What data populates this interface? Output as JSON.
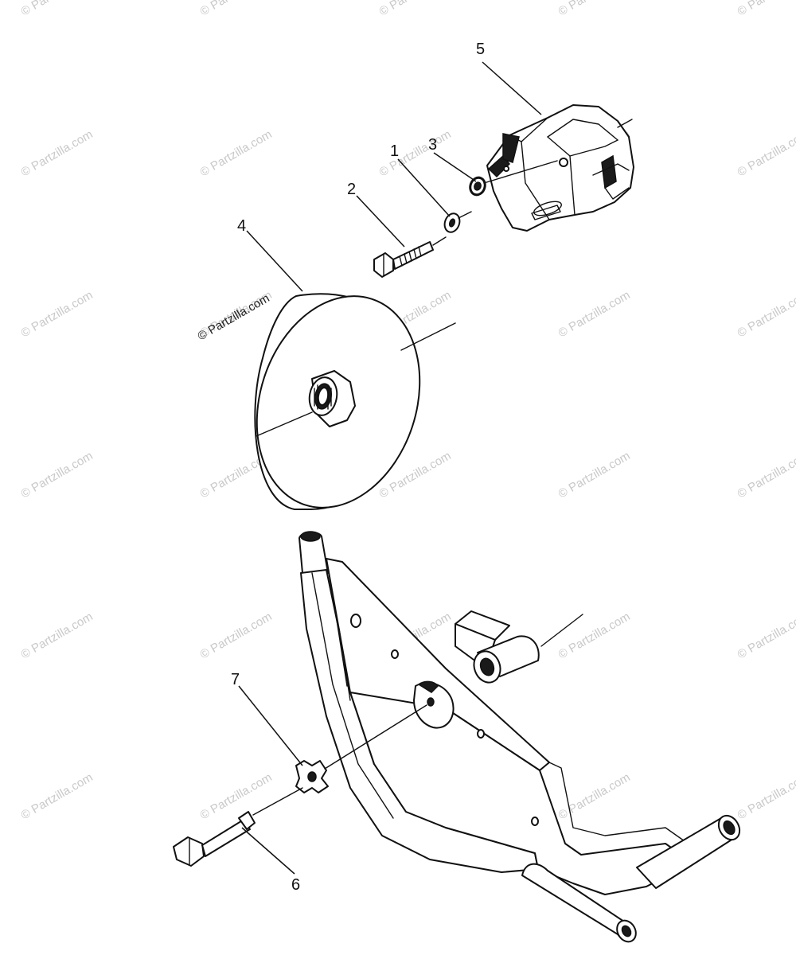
{
  "watermark": "© Partzilla.com",
  "callouts": [
    {
      "id": "1",
      "label": "1"
    },
    {
      "id": "2",
      "label": "2"
    },
    {
      "id": "3",
      "label": "3"
    },
    {
      "id": "4",
      "label": "4"
    },
    {
      "id": "5",
      "label": "5"
    },
    {
      "id": "6",
      "label": "6"
    },
    {
      "id": "7",
      "label": "7"
    }
  ]
}
